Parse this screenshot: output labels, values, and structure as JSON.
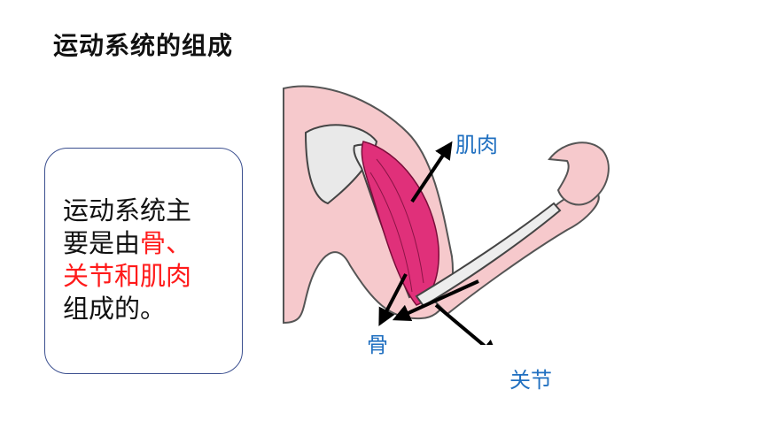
{
  "title": "运动系统的组成",
  "box": {
    "line1": "运动系统主",
    "line2a": "要是由",
    "line2b": "骨、",
    "line3": "关节和肌肉",
    "line4": "组成的。"
  },
  "labels": {
    "muscle": "肌肉",
    "bone": "骨",
    "joint": "关节"
  },
  "colors": {
    "accent_red": "#ff1a1a",
    "label_blue": "#1f6fc0",
    "border": "#3b4f8f"
  }
}
